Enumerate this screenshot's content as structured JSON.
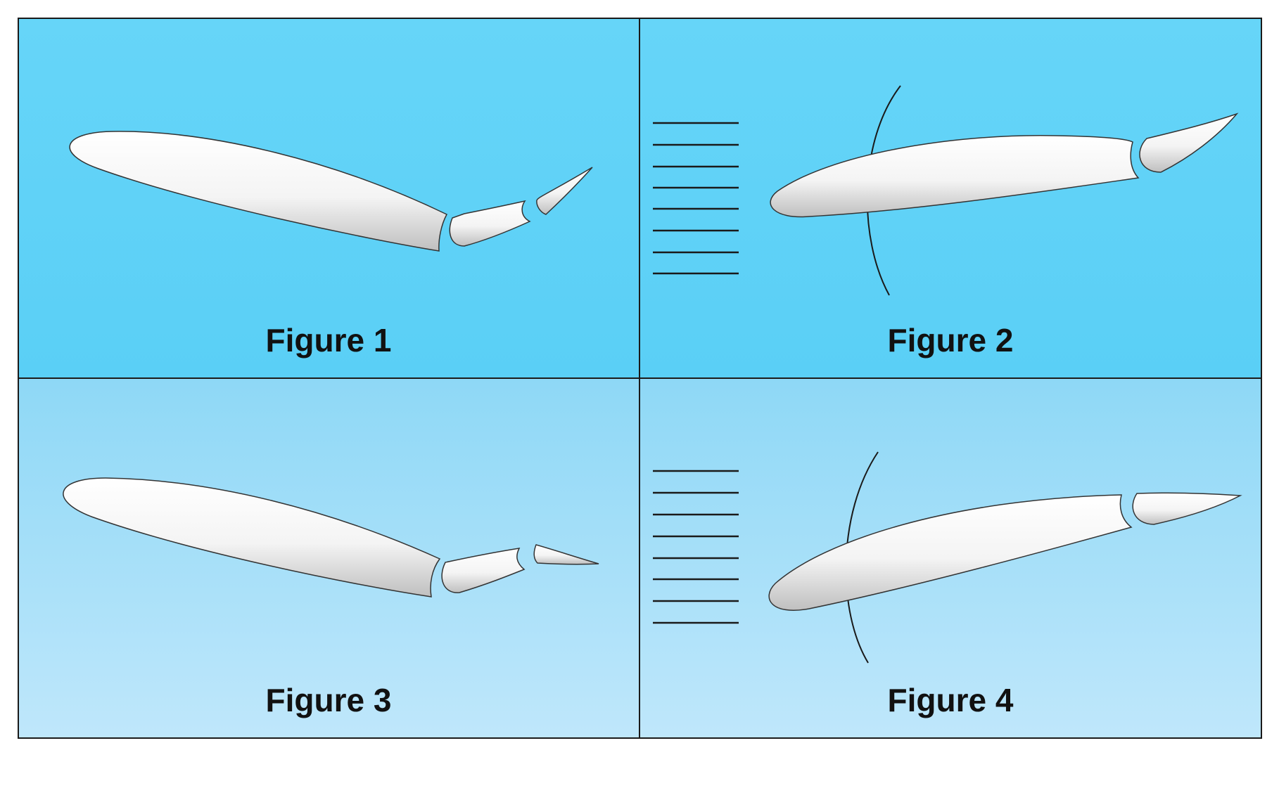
{
  "figures": [
    {
      "label": "Figure 1"
    },
    {
      "label": "Figure 2"
    },
    {
      "label": "Figure 3"
    },
    {
      "label": "Figure 4"
    }
  ],
  "colors": {
    "top_background": "#5DD3F8",
    "bottom_background_top": "#8ED8F6",
    "bottom_background_bottom": "#BFE7FB",
    "border": "#1a1a1a",
    "airfoil_fill": "#ffffff",
    "airfoil_shade": "#c9c9c9"
  }
}
